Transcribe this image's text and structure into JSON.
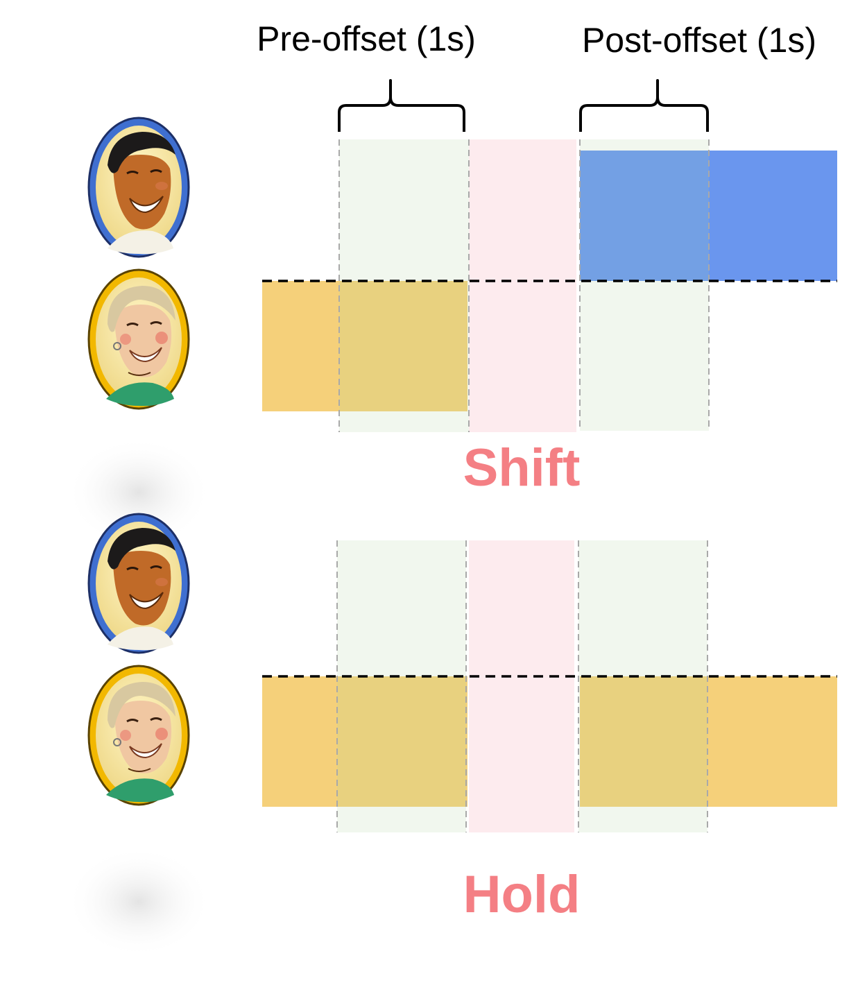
{
  "labels": {
    "pre_offset": "Pre-offset (1s)",
    "post_offset": "Post-offset (1s)",
    "shift": "Shift",
    "hold": "Hold"
  },
  "colors": {
    "speaker_a": "#6a96ee",
    "speaker_b": "#f5d07a",
    "overlap_b_pre": "#e8d17f",
    "overlap_a_post": "#73a0e4",
    "window_green": "#f1f7ee",
    "gap_pink": "#fdebee",
    "event_label": "#f47f84",
    "avatar_a_frame": "#3f6fd0",
    "avatar_b_frame": "#f2b800"
  },
  "panels": [
    {
      "name": "shift",
      "label_key": "shift",
      "speaker_a": "in-post-window",
      "speaker_b": "through-pre-window"
    },
    {
      "name": "hold",
      "label_key": "hold",
      "speaker_a": "none",
      "speaker_b": "continuous"
    }
  ],
  "icons": [
    "man-avatar-icon",
    "woman-avatar-icon"
  ]
}
